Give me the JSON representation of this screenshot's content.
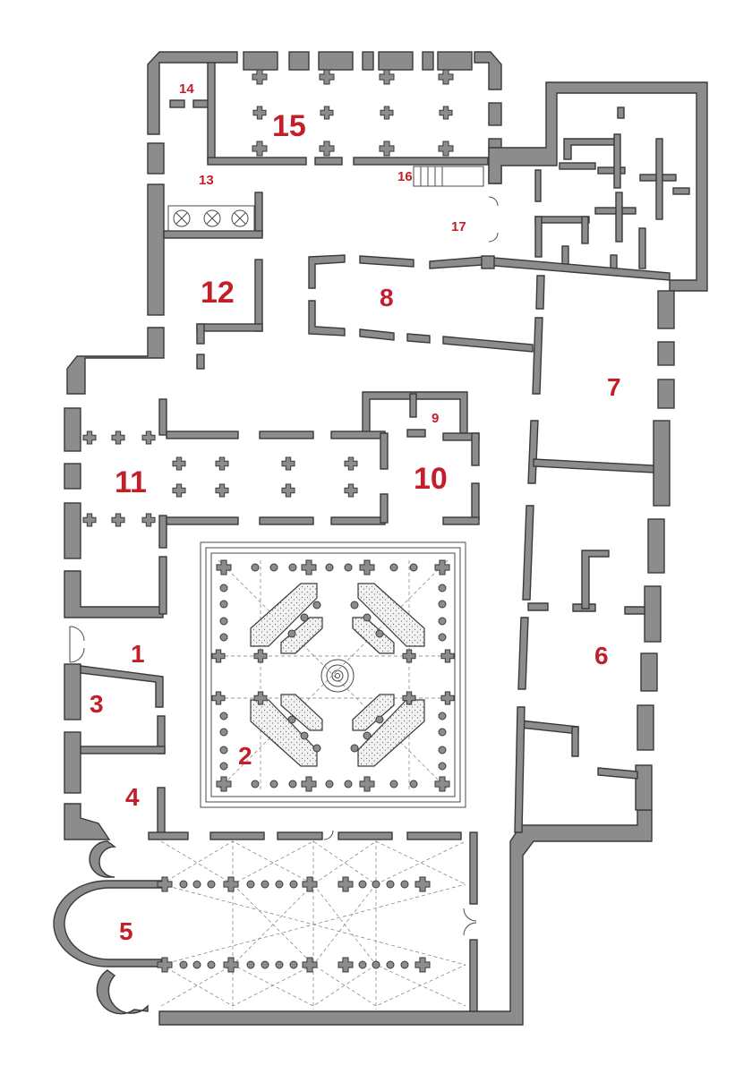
{
  "colors": {
    "label": "#c21f2a",
    "wall": "#8c8c8c",
    "outline": "#3a3a3a"
  },
  "labels": {
    "r1": "1",
    "r2": "2",
    "r3": "3",
    "r4": "4",
    "r5": "5",
    "r6": "6",
    "r7": "7",
    "r8": "8",
    "r9": "9",
    "r10": "10",
    "r11": "11",
    "r12": "12",
    "r13": "13",
    "r14": "14",
    "r15": "15",
    "r16": "16",
    "r17": "17"
  }
}
